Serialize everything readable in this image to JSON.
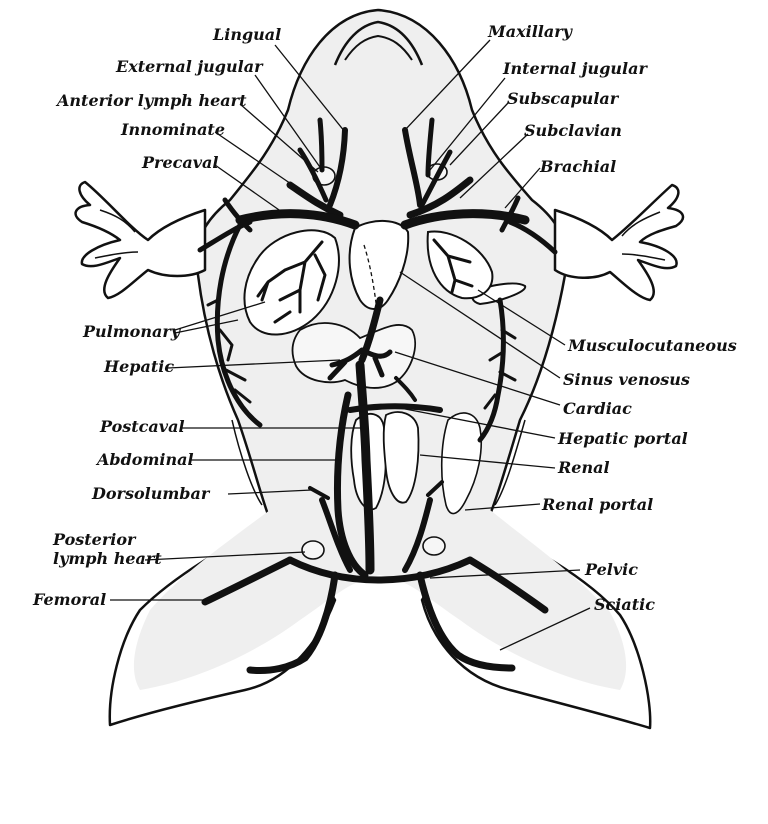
{
  "diagram": {
    "labels": {
      "lingual": "Lingual",
      "maxillary": "Maxillary",
      "external_jugular": "External jugular",
      "internal_jugular": "Internal jugular",
      "anterior_lymph_heart": "Anterior lymph heart",
      "subscapular": "Subscapular",
      "innominate": "Innominate",
      "subclavian": "Subclavian",
      "precaval": "Precaval",
      "brachial": "Brachial",
      "pulmonary": "Pulmonary",
      "musculocutaneous": "Musculocutaneous",
      "hepatic": "Hepatic",
      "sinus_venosus": "Sinus venosus",
      "cardiac": "Cardiac",
      "postcaval": "Postcaval",
      "hepatic_portal": "Hepatic portal",
      "abdominal": "Abdominal",
      "renal": "Renal",
      "dorsolumbar": "Dorsolumbar",
      "renal_portal": "Renal portal",
      "posterior_lymph_heart_1": "Posterior",
      "posterior_lymph_heart_2": "lymph heart",
      "pelvic": "Pelvic",
      "femoral": "Femoral",
      "sciatic": "Sciatic"
    }
  }
}
